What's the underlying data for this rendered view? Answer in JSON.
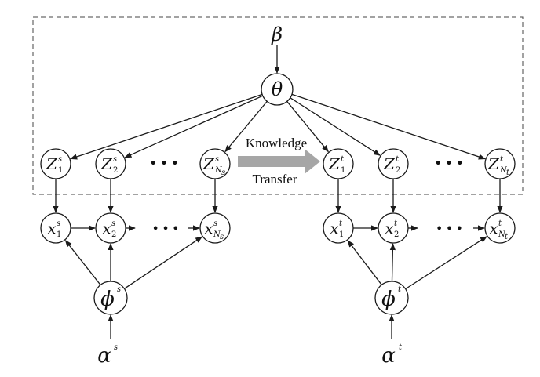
{
  "labels": {
    "beta": "β",
    "theta": "θ",
    "alpha_s": "α",
    "alpha_s_sup": "s",
    "alpha_t": "α",
    "alpha_t_sup": "t",
    "phi_s": "ϕ",
    "phi_s_sup": "s",
    "phi_t": "ϕ",
    "phi_t_sup": "t",
    "knowledge": "Knowledge",
    "transfer": "Transfer",
    "ellipsis": "• • •"
  },
  "source_z": [
    {
      "base": "Z",
      "sup": "s",
      "sub": "1"
    },
    {
      "base": "Z",
      "sup": "s",
      "sub": "2"
    },
    {
      "base": "Z",
      "sup": "s",
      "sub": "N",
      "subsub": "s"
    }
  ],
  "target_z": [
    {
      "base": "Z",
      "sup": "t",
      "sub": "1"
    },
    {
      "base": "Z",
      "sup": "t",
      "sub": "2"
    },
    {
      "base": "Z",
      "sup": "t",
      "sub": "N",
      "subsub": "t"
    }
  ],
  "source_x": [
    {
      "base": "x",
      "sup": "s",
      "sub": "1"
    },
    {
      "base": "x",
      "sup": "s",
      "sub": "2"
    },
    {
      "base": "x",
      "sup": "s",
      "sub": "N",
      "subsub": "s"
    }
  ],
  "target_x": [
    {
      "base": "x",
      "sup": "t",
      "sub": "1"
    },
    {
      "base": "x",
      "sup": "t",
      "sub": "2"
    },
    {
      "base": "x",
      "sup": "t",
      "sub": "N",
      "subsub": "t"
    }
  ],
  "colors": {
    "line": "#1a1a1a",
    "transfer_arrow": "#a6a6a6",
    "frame": "#444444"
  }
}
